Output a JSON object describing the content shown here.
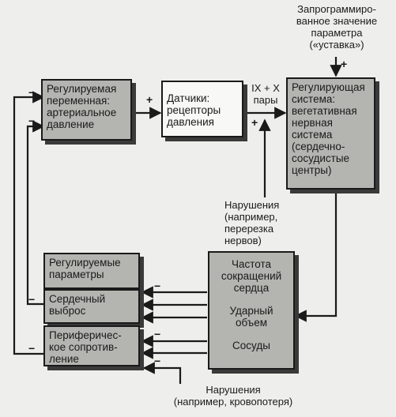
{
  "setpoint": {
    "text": "Запрограммиро-\nванное значение\nпараметра\n(«уставка»)",
    "sign": "+"
  },
  "boxes": {
    "regulated_variable": "Регулируемая\nпеременная:\nартериальное\nдавление",
    "sensors": "Датчики:\nрецепторы\nдавления",
    "regulating_system": "Регулирующая\nсистема:\nвегетативная\nнервная\nсистема\n(сердечно-\nсосудистые\nцентры)",
    "effector": {
      "heart_rate": "Частота\nсокращений\nсердца",
      "stroke_volume": "Ударный\nобъем",
      "vessels": "Сосуды"
    },
    "params": {
      "title": "Регулируемые\nпараметры",
      "cardiac_output": "Сердечный\nвыброс",
      "peripheral_resistance": "Периферичес-\nкое сопротив-\nление"
    }
  },
  "labels": {
    "nerve_pair": "IX + X\nпары",
    "disturbance_top": "Нарушения\n(например,\nперерезка\nнервов)",
    "disturbance_bottom": "Нарушения\n(например, кровопотеря)"
  },
  "signs": {
    "plus": "+",
    "minus": "−"
  }
}
